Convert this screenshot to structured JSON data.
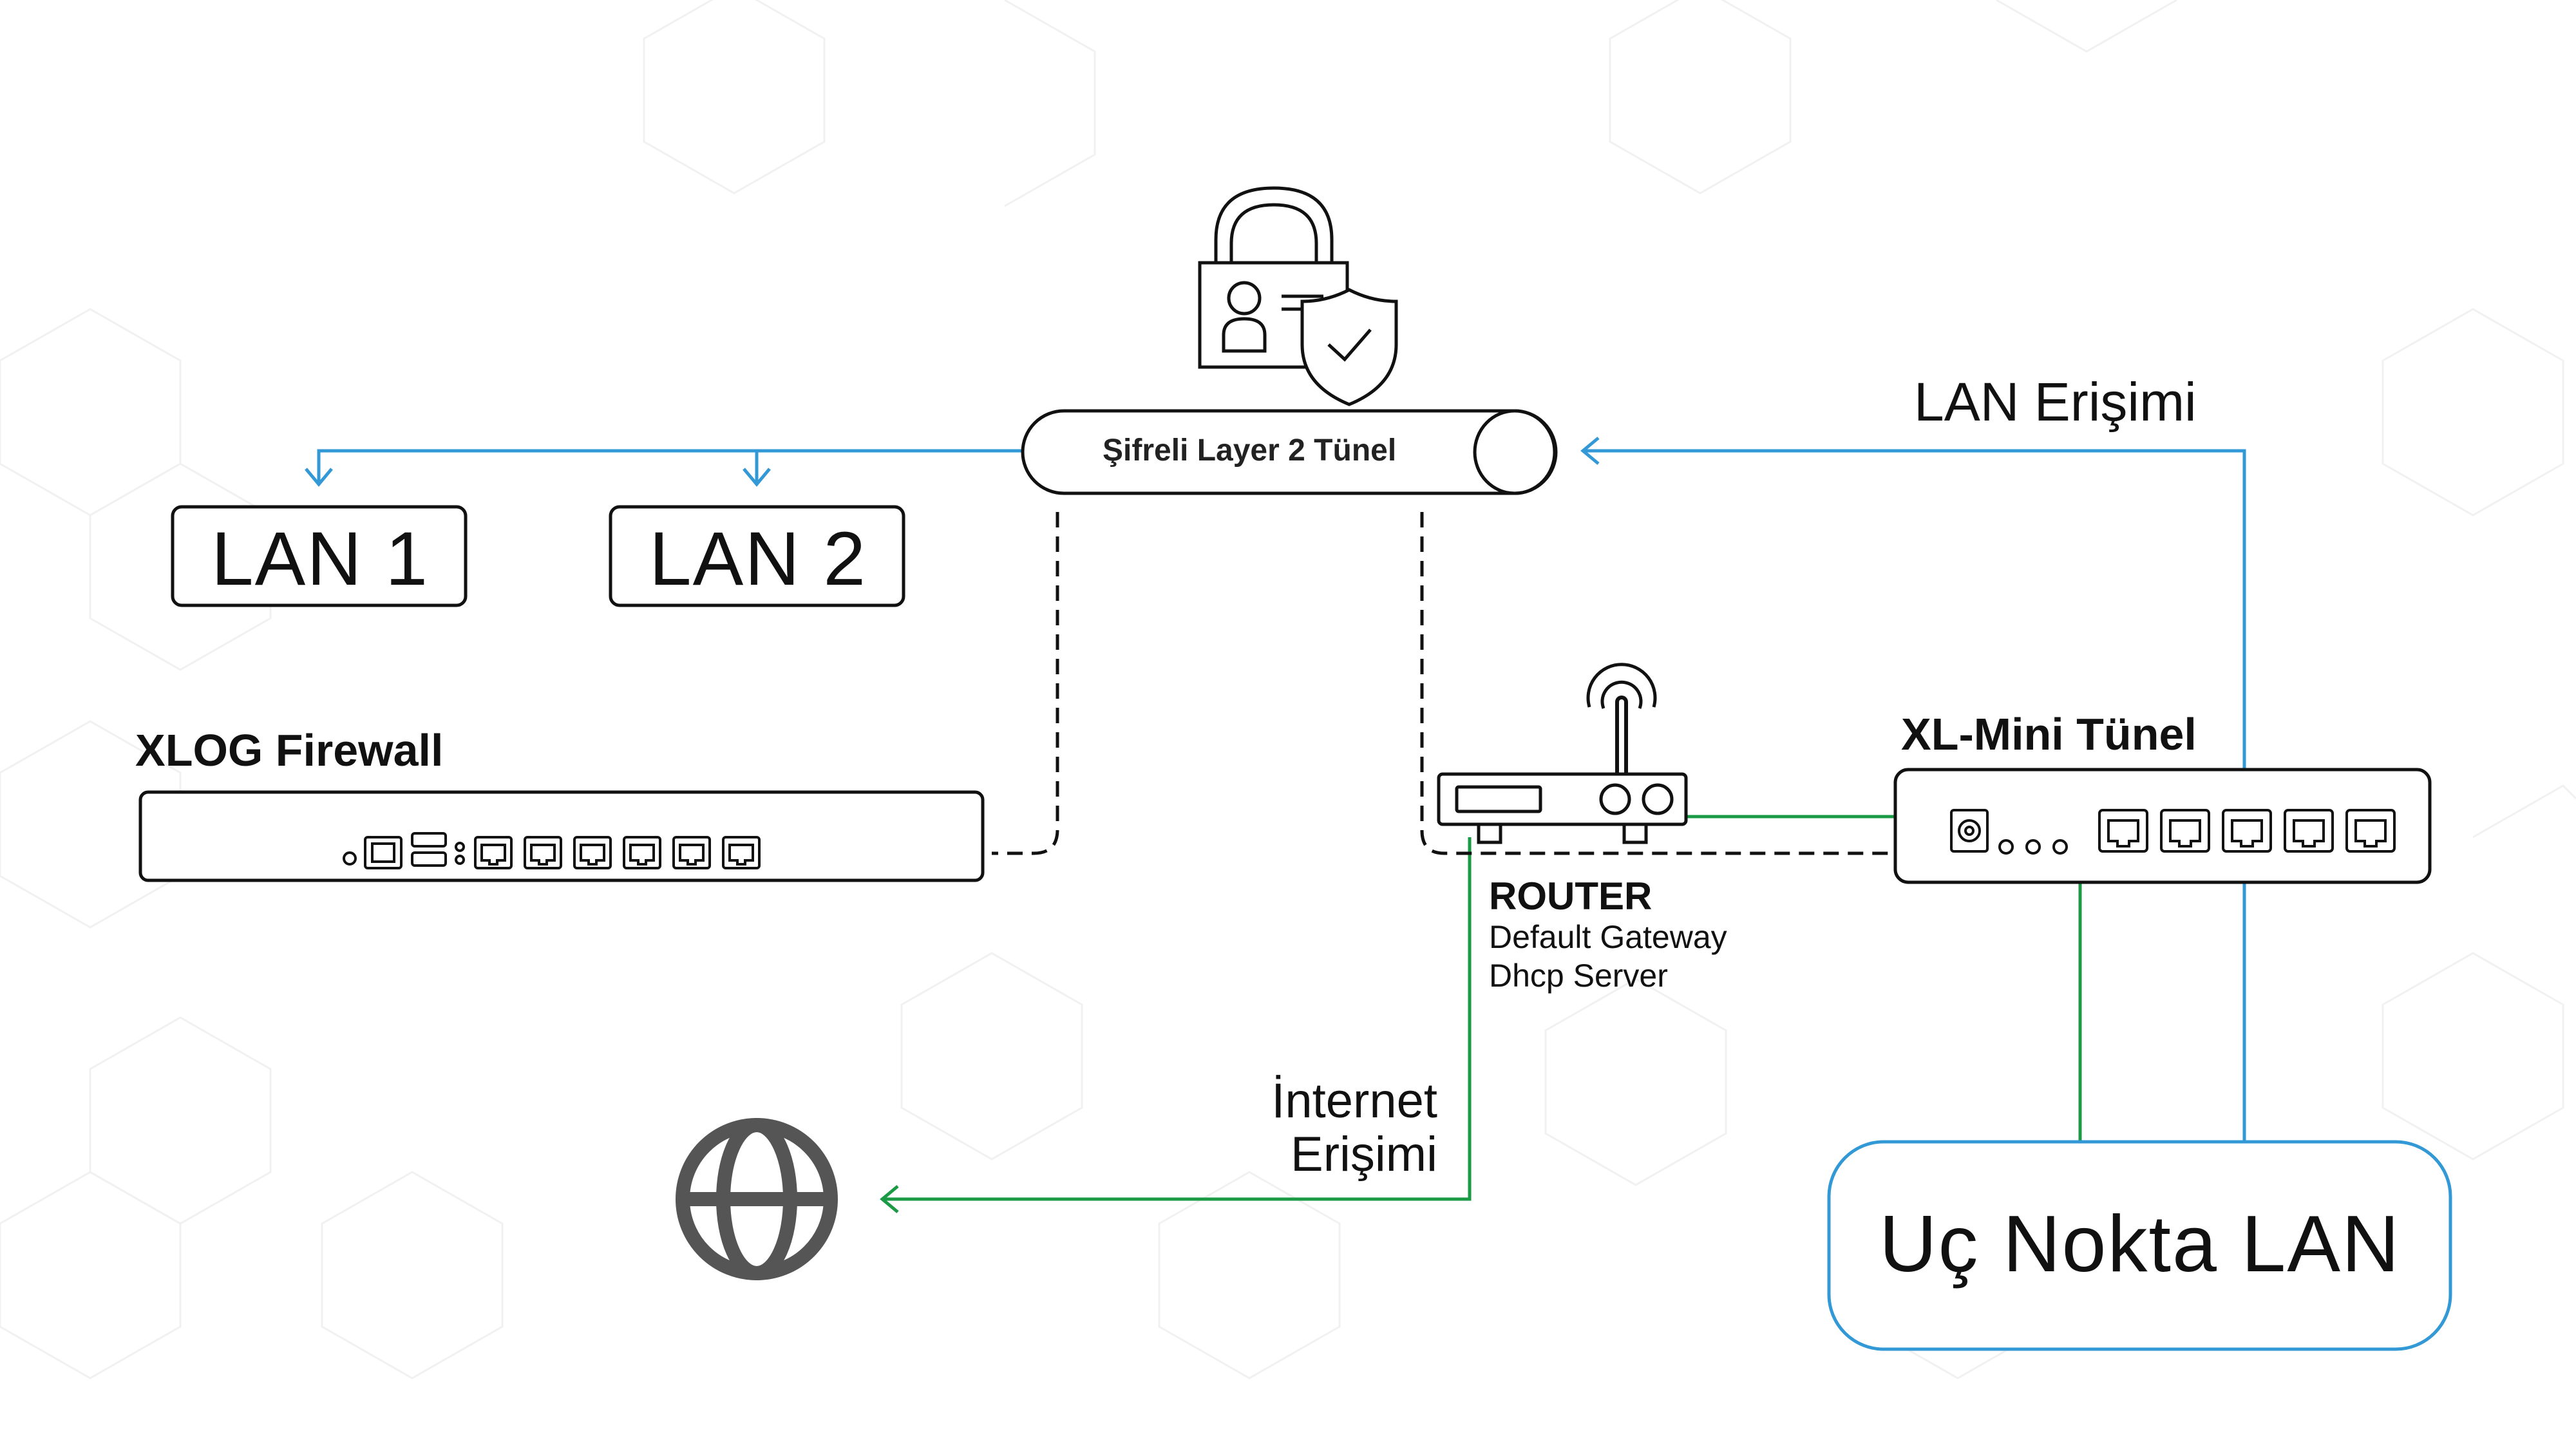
{
  "colors": {
    "blue": "#3399d6",
    "green": "#1a9a44",
    "black": "#111111",
    "globe": "#555555",
    "grid": "#f1f1f1"
  },
  "tunnel": {
    "label": "Şifreli Layer 2 Tünel",
    "icon": "lock-id-shield-icon"
  },
  "lan1": {
    "label": "LAN 1"
  },
  "lan2": {
    "label": "LAN 2"
  },
  "firewall": {
    "title": "XLOG Firewall"
  },
  "router": {
    "title": "ROUTER",
    "line1": "Default Gateway",
    "line2": "Dhcp Server"
  },
  "xlmini": {
    "title": "XL-Mini Tünel"
  },
  "lan_access": {
    "label": "LAN Erişimi"
  },
  "internet_access": {
    "line1": "İnternet",
    "line2": "Erişimi"
  },
  "endpoint": {
    "label": "Uç Nokta LAN"
  },
  "globe": {
    "icon": "globe-icon"
  }
}
